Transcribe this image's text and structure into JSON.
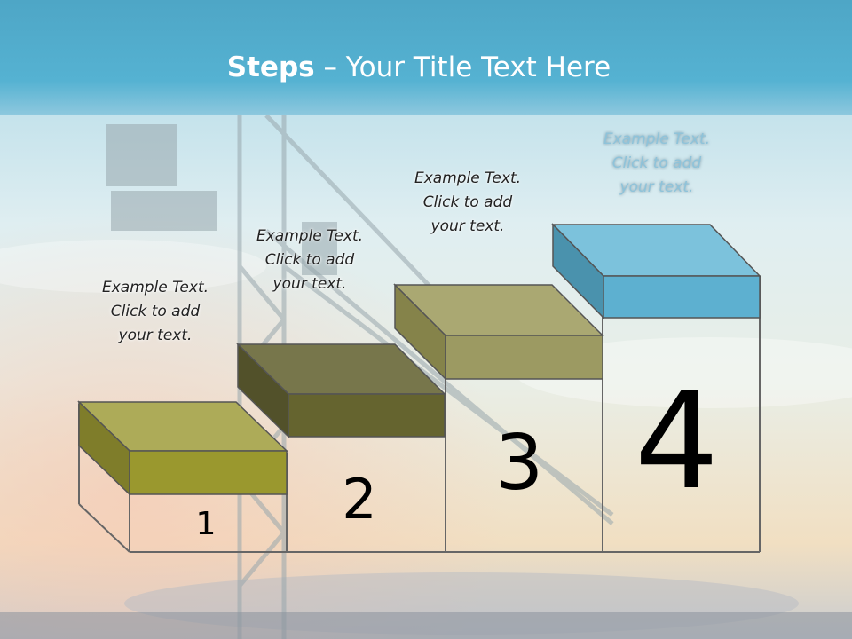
{
  "slide": {
    "title_bold": "Steps",
    "title_rest": " – Your Title Text Here"
  },
  "steps": [
    {
      "number": "1",
      "line1": "Example Text.",
      "line2": "Click  to add",
      "line3": "your text.",
      "top_color": "#adab58",
      "front_color": "#9a982e",
      "side_color": "#7f7d2a"
    },
    {
      "number": "2",
      "line1": "Example Text.",
      "line2": "Click  to add",
      "line3": "your text.",
      "top_color": "#77764b",
      "front_color": "#65642f",
      "side_color": "#52512a"
    },
    {
      "number": "3",
      "line1": "Example Text.",
      "line2": "Click  to add",
      "line3": "your text.",
      "top_color": "#aaa872",
      "front_color": "#9c9a62",
      "side_color": "#85834a"
    },
    {
      "number": "4",
      "line1": "Example Text.",
      "line2": "Click  to add",
      "line3": "your text.",
      "top_color": "#7cc2dc",
      "front_color": "#5db0d0",
      "side_color": "#4a92ad"
    }
  ],
  "colors": {
    "outline": "#555555",
    "sky_top": "#9fd0e0",
    "sky_bottom": "#f0dcc0"
  }
}
